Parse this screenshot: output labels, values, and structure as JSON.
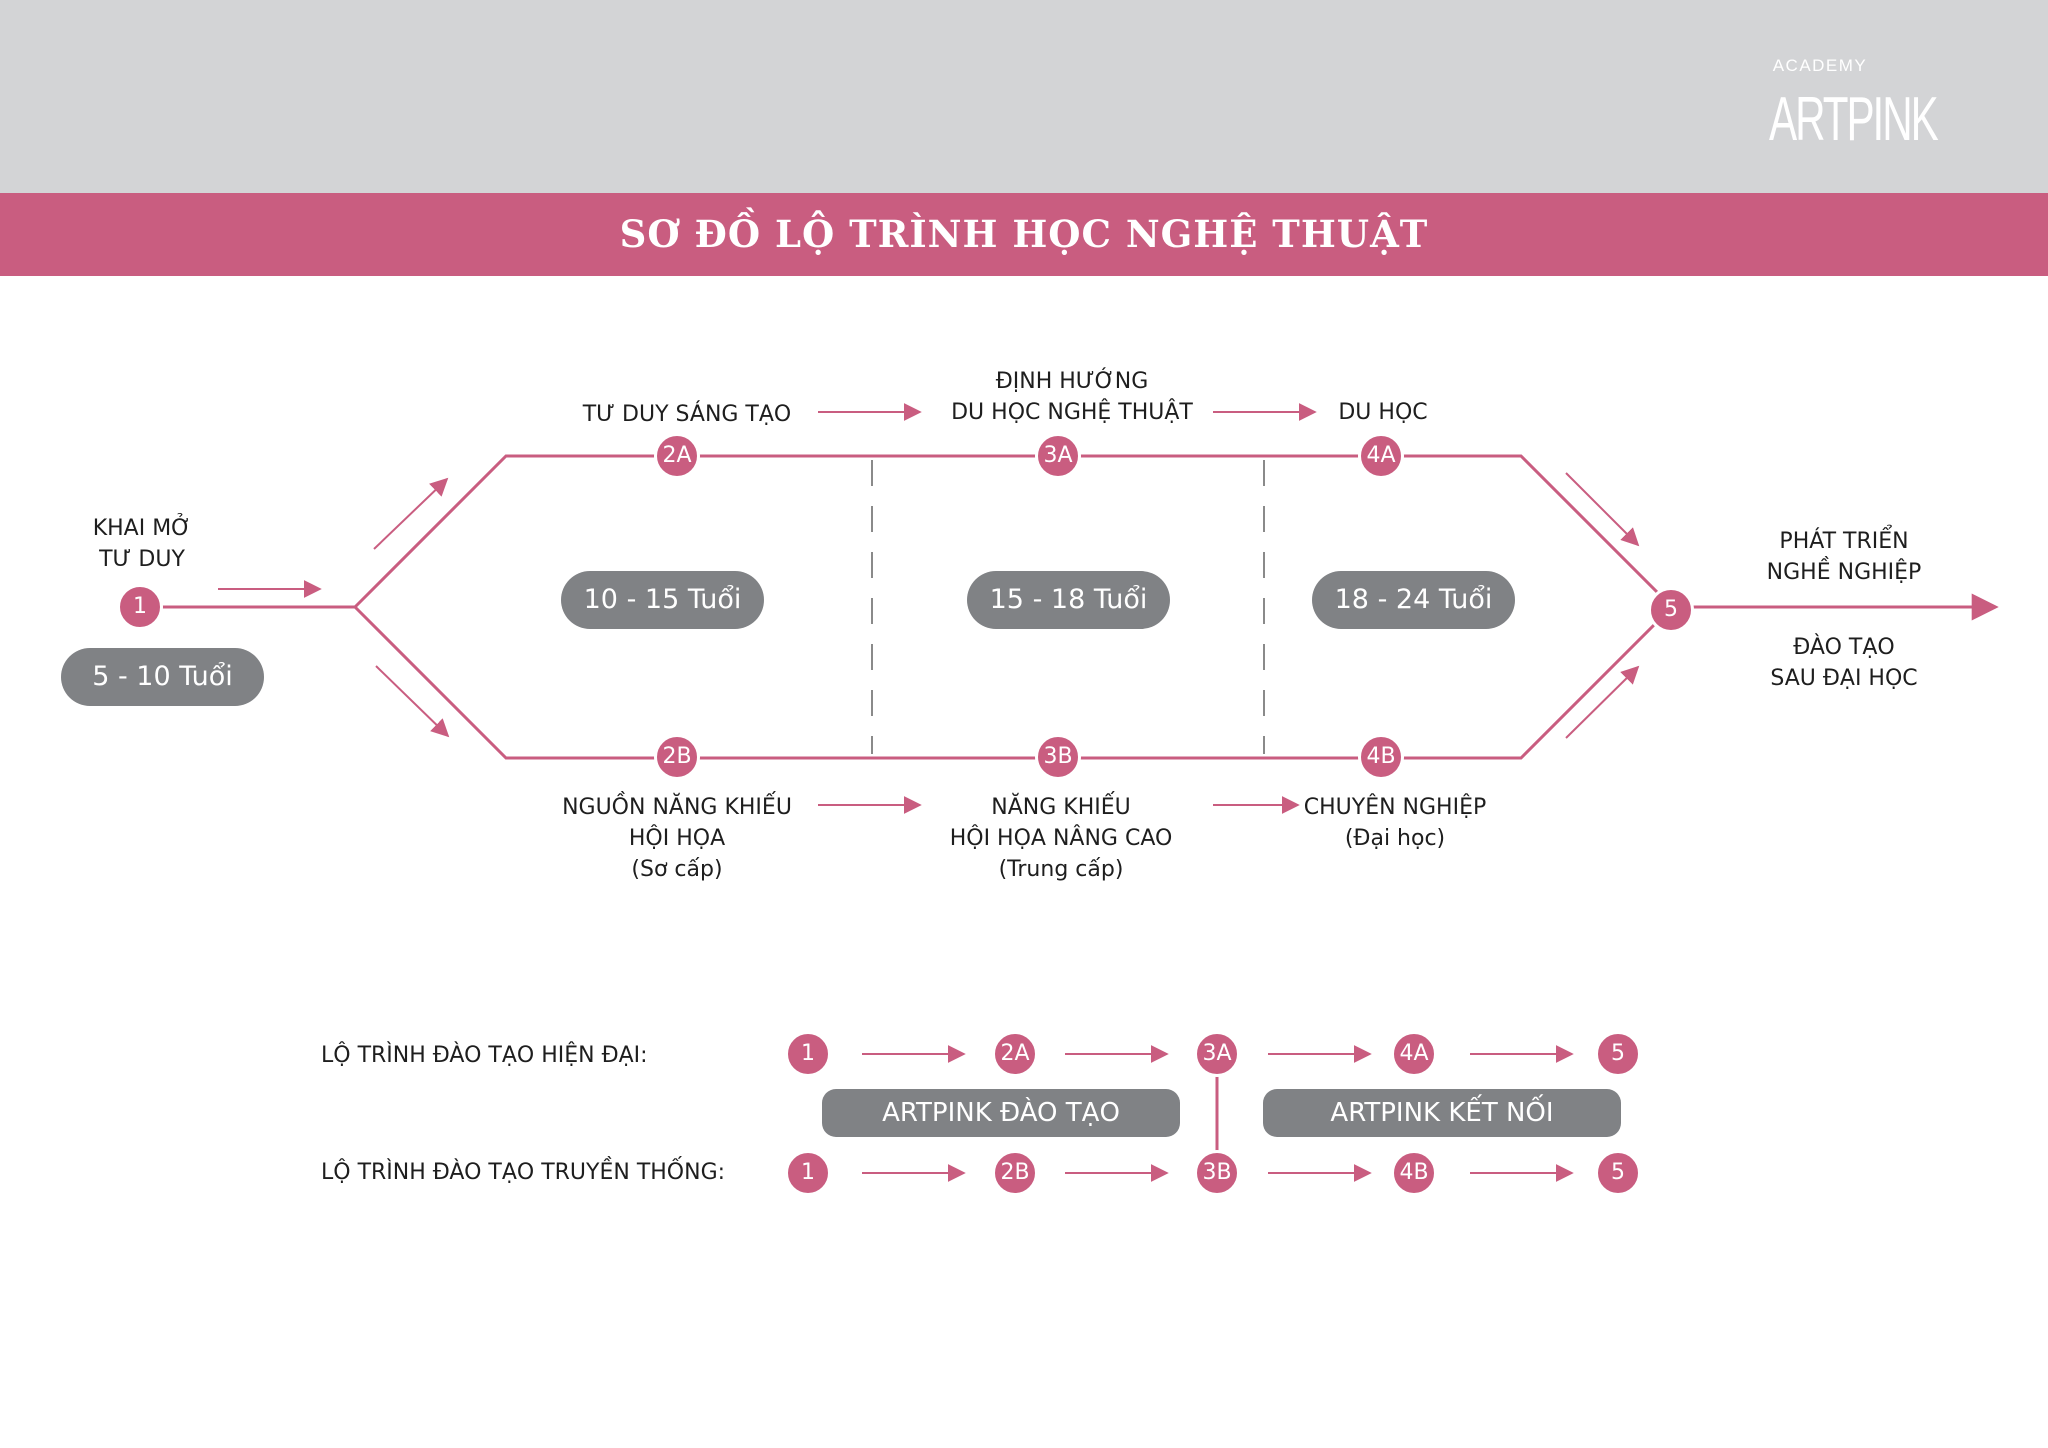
{
  "logo": {
    "sub": "ACADEMY",
    "word": "ARTPINK"
  },
  "title": "SƠ ĐỒ LỘ TRÌNH HỌC NGHỆ THUẬT",
  "colors": {
    "accent": "#c95d80",
    "pill": "#808285",
    "band": "#d3d4d6"
  },
  "stages": {
    "start": {
      "line1": "KHAI MỞ",
      "line2": "TƯ DUY",
      "node": "1",
      "age": "5 - 10 Tuổi"
    },
    "top": [
      {
        "node": "2A",
        "line1": "",
        "line2": "TƯ DUY SÁNG TẠO"
      },
      {
        "node": "3A",
        "line1": "ĐỊNH HƯỚNG",
        "line2": "DU HỌC NGHỆ THUẬT"
      },
      {
        "node": "4A",
        "line1": "",
        "line2": "DU HỌC"
      }
    ],
    "bottom": [
      {
        "node": "2B",
        "line1": "NGUỒN NĂNG KHIẾU",
        "line2": "HỘI HỌA",
        "line3": "(Sơ cấp)"
      },
      {
        "node": "3B",
        "line1": "NĂNG KHIẾU",
        "line2": "HỘI HỌA NÂNG CAO",
        "line3": "(Trung cấp)"
      },
      {
        "node": "4B",
        "line1": "CHUYÊN NGHIỆP",
        "line2": "(Đại học)",
        "line3": ""
      }
    ],
    "ages": [
      "10 - 15 Tuổi",
      "15 - 18 Tuổi",
      "18 - 24 Tuổi"
    ],
    "end": {
      "node": "5",
      "top1": "PHÁT TRIỂN",
      "top2": "NGHỀ NGHIỆP",
      "bot1": "ĐÀO TẠO",
      "bot2": "SAU ĐẠI HỌC"
    }
  },
  "routes": {
    "modern": {
      "label": "LỘ TRÌNH ĐÀO TẠO HIỆN ĐẠI:",
      "nodes": [
        "1",
        "2A",
        "3A",
        "4A",
        "5"
      ]
    },
    "traditional": {
      "label": "LỘ TRÌNH ĐÀO TẠO TRUYỀN THỐNG:",
      "nodes": [
        "1",
        "2B",
        "3B",
        "4B",
        "5"
      ]
    },
    "bands": [
      "ARTPINK ĐÀO TẠO",
      "ARTPINK KẾT NỐI"
    ]
  }
}
